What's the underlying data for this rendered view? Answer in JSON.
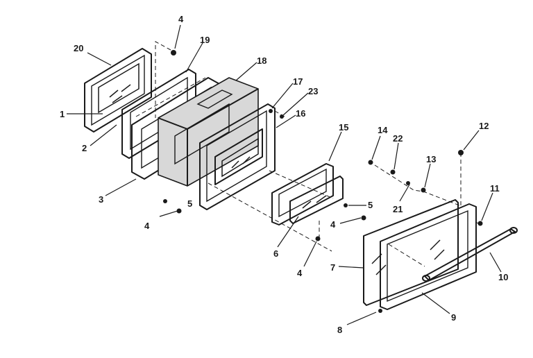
{
  "diagram": {
    "callouts": [
      {
        "id": "c20a",
        "text": "20"
      },
      {
        "id": "c4top",
        "text": "4"
      },
      {
        "id": "c19",
        "text": "19"
      },
      {
        "id": "c18",
        "text": "18"
      },
      {
        "id": "c17",
        "text": "17"
      },
      {
        "id": "c23",
        "text": "23"
      },
      {
        "id": "c16",
        "text": "16"
      },
      {
        "id": "c1",
        "text": "1"
      },
      {
        "id": "c2",
        "text": "2"
      },
      {
        "id": "c3",
        "text": "3"
      },
      {
        "id": "c5a",
        "text": "5"
      },
      {
        "id": "c4b",
        "text": "4"
      },
      {
        "id": "c15",
        "text": "15"
      },
      {
        "id": "c14",
        "text": "14"
      },
      {
        "id": "c22",
        "text": "22"
      },
      {
        "id": "c13",
        "text": "13"
      },
      {
        "id": "c12",
        "text": "12"
      },
      {
        "id": "c21",
        "text": "21"
      },
      {
        "id": "c5b",
        "text": "5"
      },
      {
        "id": "c4c",
        "text": "4"
      },
      {
        "id": "c6",
        "text": "6"
      },
      {
        "id": "c4d",
        "text": "4"
      },
      {
        "id": "c11",
        "text": "11"
      },
      {
        "id": "c10",
        "text": "10"
      },
      {
        "id": "c7",
        "text": "7"
      },
      {
        "id": "c9",
        "text": "9"
      },
      {
        "id": "c8",
        "text": "8"
      }
    ]
  }
}
